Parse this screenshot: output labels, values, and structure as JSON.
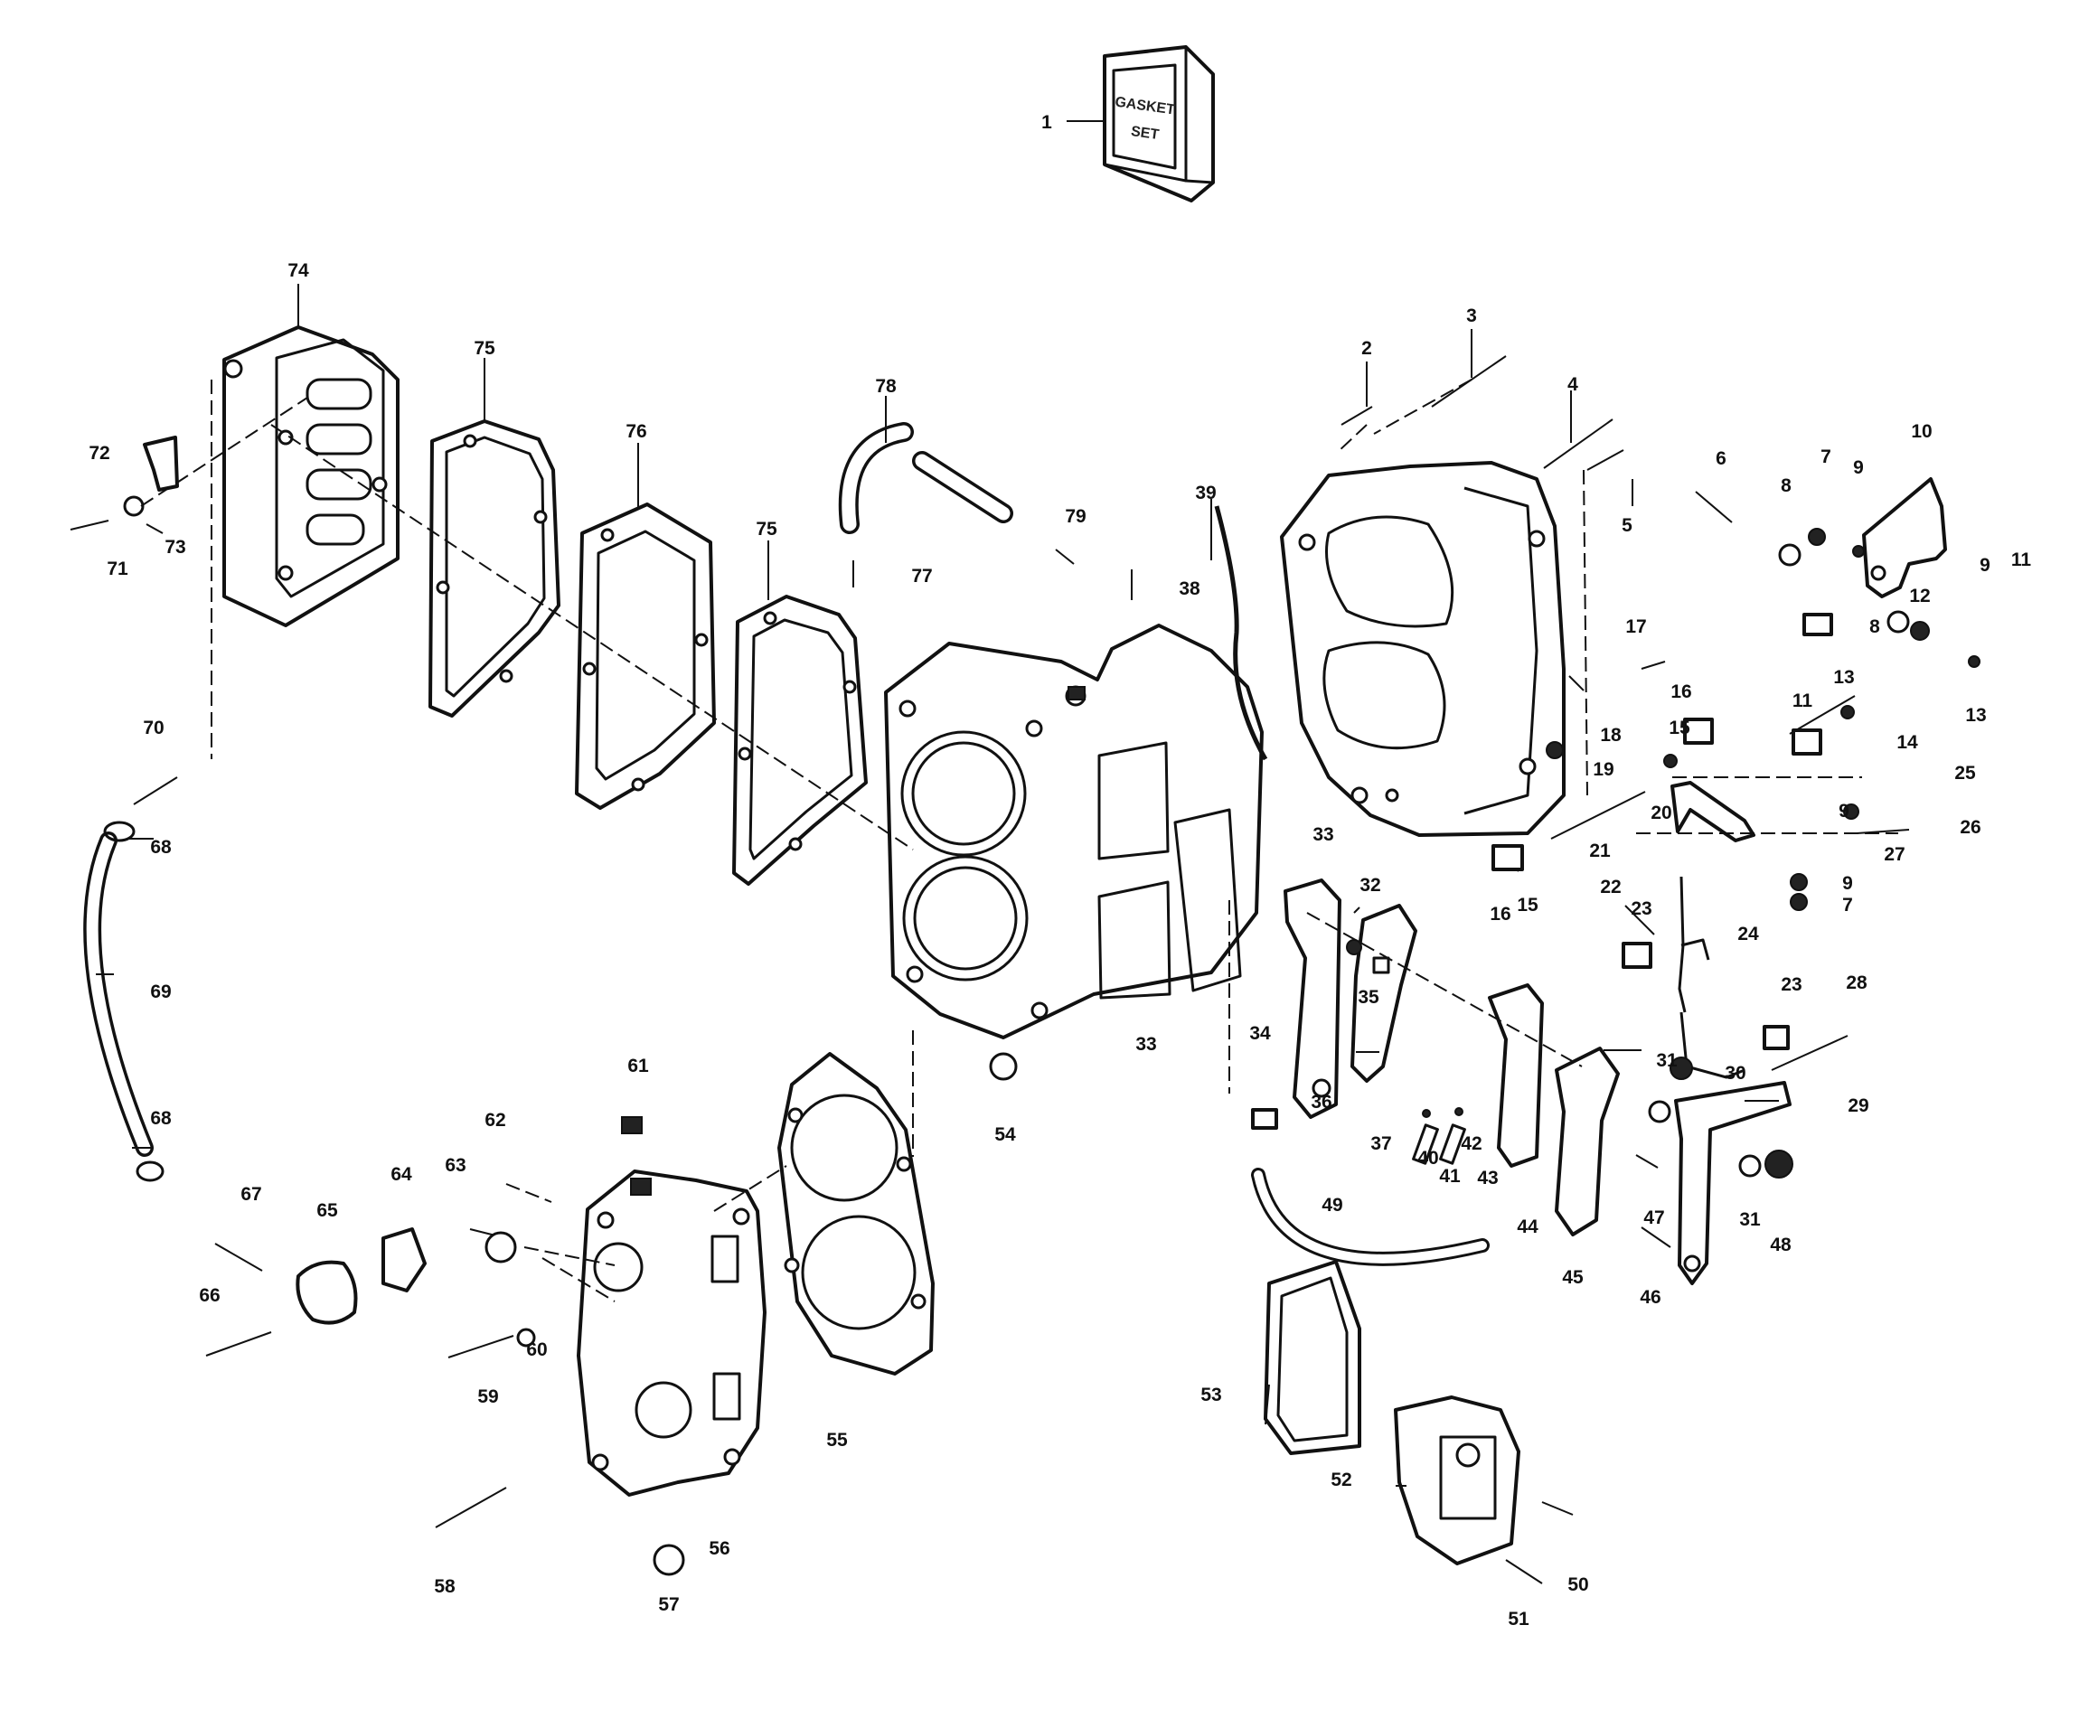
{
  "gasket_box": {
    "line1": "GASKET",
    "line2": "SET"
  },
  "labels": {
    "l1": "1",
    "l2": "2",
    "l3": "3",
    "l4": "4",
    "l5": "5",
    "l6": "6",
    "l7": "7",
    "l8": "8",
    "l9": "9",
    "l10": "10",
    "l11": "11",
    "l12": "12",
    "l13": "13",
    "l14": "14",
    "l15": "15",
    "l16": "16",
    "l17": "17",
    "l18": "18",
    "l19": "19",
    "l20": "20",
    "l21": "21",
    "l22": "22",
    "l23": "23",
    "l24": "24",
    "l25": "25",
    "l26": "26",
    "l27": "27",
    "l28": "28",
    "l29": "29",
    "l30": "30",
    "l31": "31",
    "l32": "32",
    "l33": "33",
    "l34": "34",
    "l35": "35",
    "l36": "36",
    "l37": "37",
    "l38": "38",
    "l39": "39",
    "l40": "40",
    "l41": "41",
    "l42": "42",
    "l43": "43",
    "l44": "44",
    "l45": "45",
    "l46": "46",
    "l47": "47",
    "l48": "48",
    "l49": "49",
    "l50": "50",
    "l51": "51",
    "l52": "52",
    "l53": "53",
    "l54": "54",
    "l55": "55",
    "l56": "56",
    "l57": "57",
    "l58": "58",
    "l59": "59",
    "l60": "60",
    "l61": "61",
    "l62": "62",
    "l63": "63",
    "l64": "64",
    "l65": "65",
    "l66": "66",
    "l67": "67",
    "l68": "68",
    "l69": "69",
    "l70": "70",
    "l71": "71",
    "l72": "72",
    "l73": "73",
    "l74": "74",
    "l75": "75",
    "l76": "76",
    "l77": "77",
    "l78": "78",
    "l79": "79"
  }
}
